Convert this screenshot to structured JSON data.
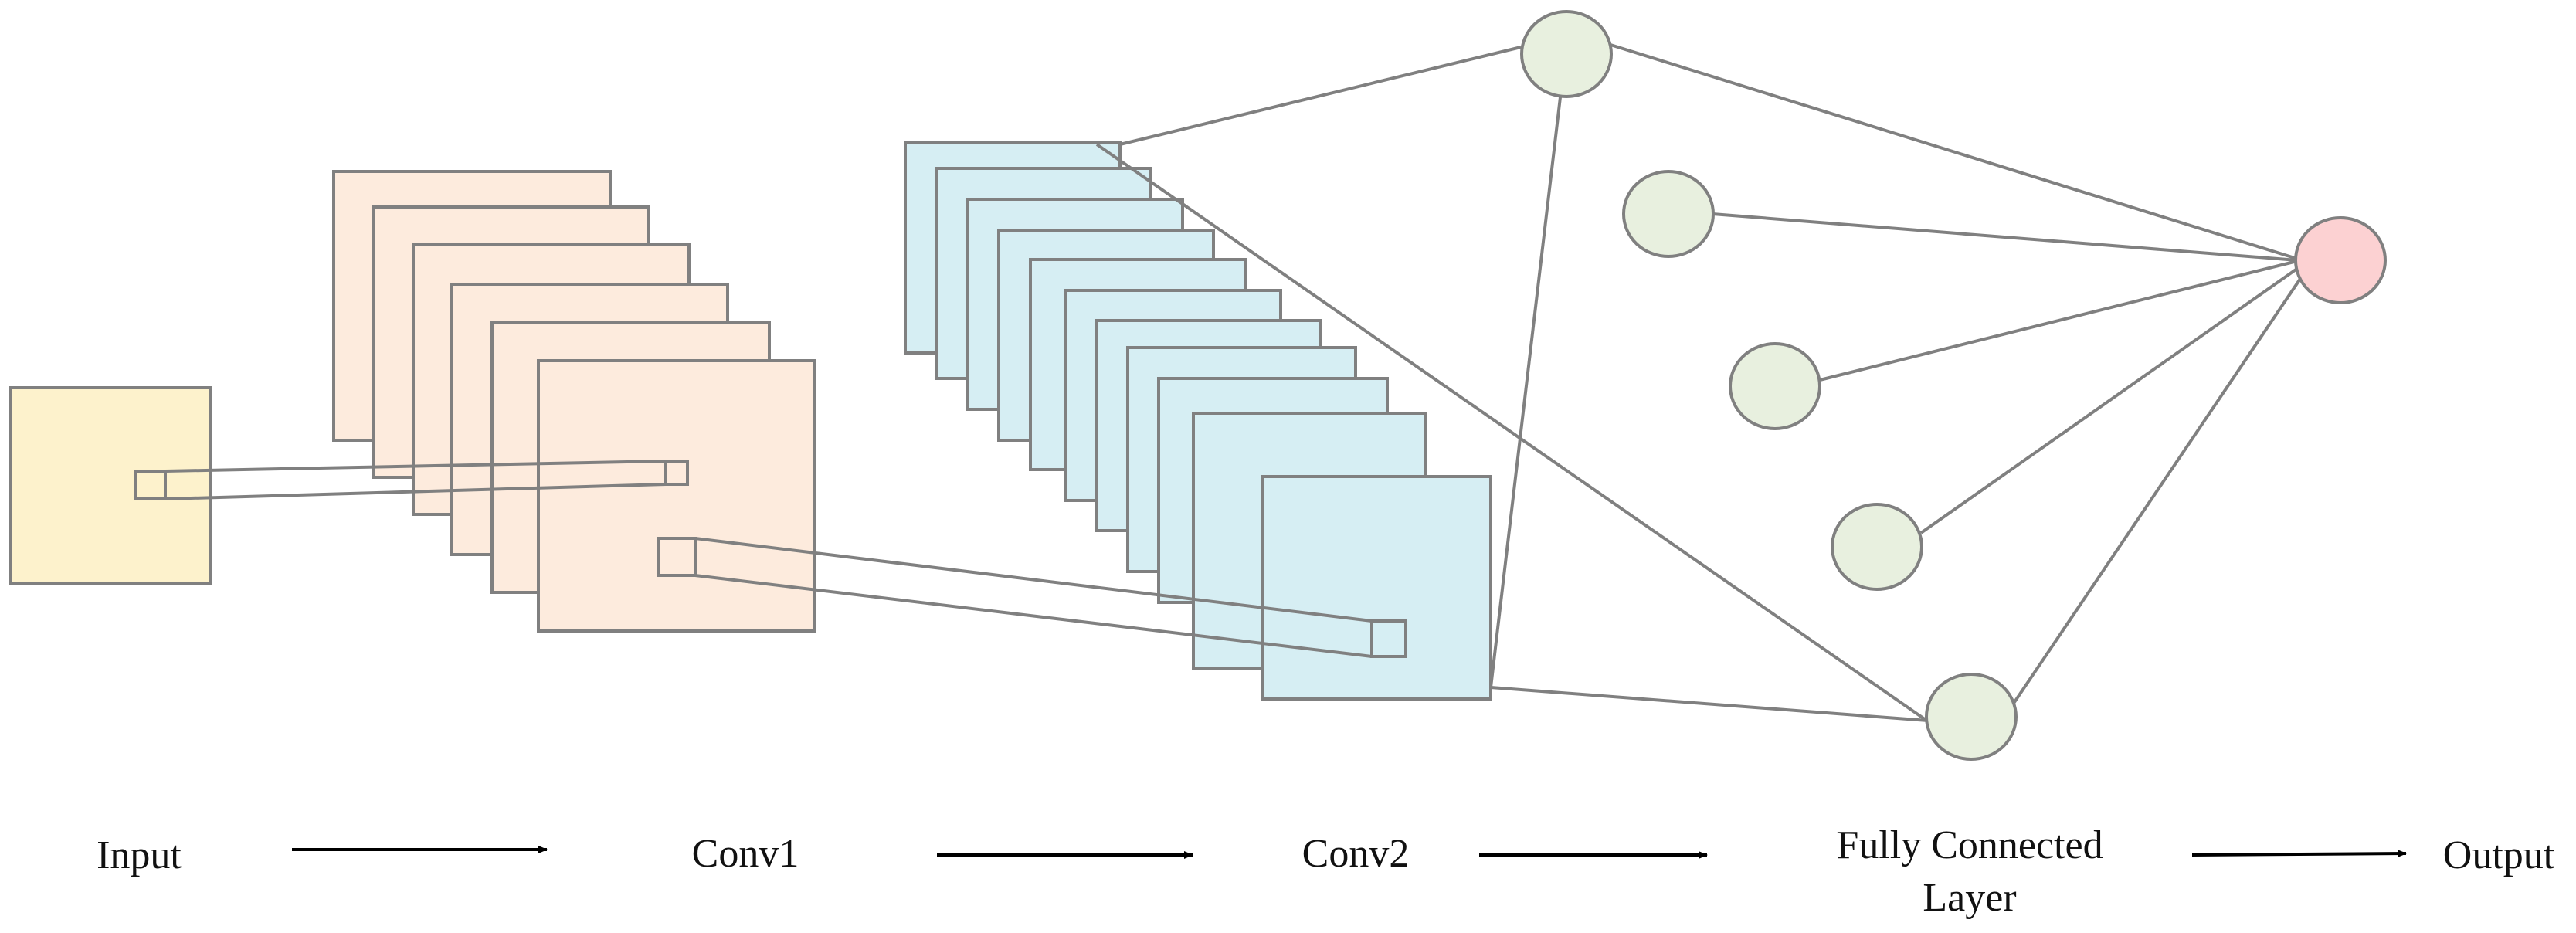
{
  "labels": {
    "input": "Input",
    "conv1": "Conv1",
    "conv2": "Conv2",
    "fc_line1": "Fully Connected",
    "fc_line2": "Layer",
    "output": "Output"
  },
  "colors": {
    "input_fill": "#fdf2cc",
    "conv1_fill": "#fdebdd",
    "conv2_fill": "#d6eef3",
    "fc_node_fill": "#e8f0df",
    "output_node_fill": "#fcd1d2",
    "stroke": "#808080",
    "arrow": "#000000"
  },
  "structure": {
    "conv1_feature_maps": 6,
    "conv2_feature_maps": 11,
    "fc_nodes": 5,
    "output_nodes": 1
  }
}
